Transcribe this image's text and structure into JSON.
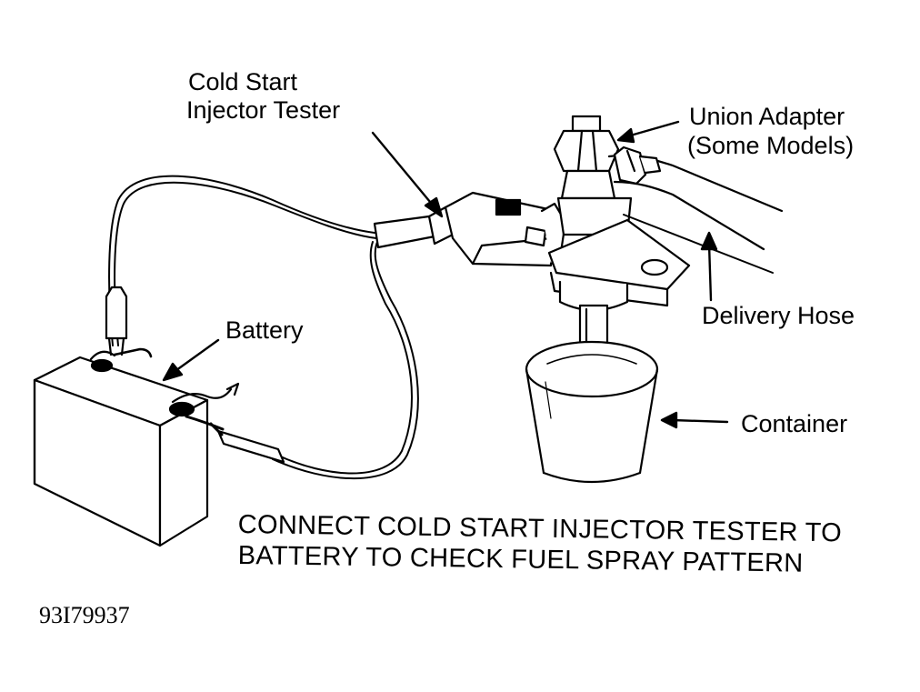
{
  "labels": {
    "tester_line1": "Cold Start",
    "tester_line2": "Injector Tester",
    "union_line1": "Union Adapter",
    "union_line2": "(Some Models)",
    "battery": "Battery",
    "delivery_hose": "Delivery Hose",
    "container": "Container"
  },
  "caption": {
    "line1": "CONNECT COLD START INJECTOR TESTER TO",
    "line2": "BATTERY TO CHECK FUEL SPRAY PATTERN"
  },
  "figure_id": "93I79937"
}
